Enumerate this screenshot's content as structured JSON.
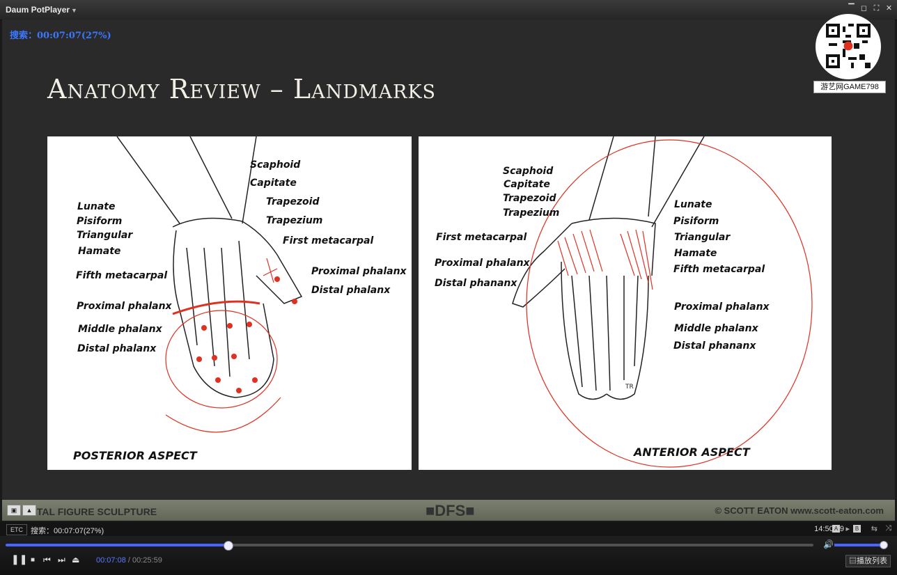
{
  "app": {
    "title": "Daum PotPlayer"
  },
  "window_buttons": [
    "▔",
    "◻",
    "⛶",
    "✕"
  ],
  "osd": {
    "text": "搜索：00:07:07(27%)"
  },
  "slide": {
    "title": "Anatomy Review – Landmarks",
    "posterior": {
      "aspect": "POSTERIOR ASPECT",
      "labels": [
        "Scaphoid",
        "Capitate",
        "Trapezoid",
        "Trapezium",
        "First metacarpal",
        "Proximal phalanx",
        "Distal phalanx",
        "Lunate",
        "Pisiform",
        "Triangular",
        "Hamate",
        "Fifth metacarpal",
        "Proximal phalanx",
        "Middle phalanx",
        "Distal phalanx"
      ]
    },
    "anterior": {
      "aspect": "ANTERIOR ASPECT",
      "labels": [
        "Scaphoid",
        "Capitate",
        "Trapezoid",
        "Trapezium",
        "First metacarpal",
        "Proximal phalanx",
        "Distal phananx",
        "Lunate",
        "Pisiform",
        "Triangular",
        "Hamate",
        "Fifth metacarpal",
        "Proximal phalanx",
        "Middle phalanx",
        "Distal phananx"
      ]
    }
  },
  "logo": {
    "text": "游艺网GAME798"
  },
  "banner": {
    "left": "ITAL FIGURE SCULPTURE",
    "mid": "■DFS■",
    "right": "© SCOTT EATON  www.scott-eaton.com"
  },
  "mini_buttons": [
    "▣",
    "▲"
  ],
  "statusbar": {
    "etc": "ETC",
    "text": "搜索：00:07:07(27%)",
    "clock": "14:50:39",
    "a": "A",
    "b": "B"
  },
  "controls": {
    "progress": 0.275,
    "volume": 0.95,
    "current_time": "00:07:08",
    "separator": " / ",
    "total_time": "00:25:59",
    "playlist_label": "播放列表",
    "buttons": {
      "pause": "❚❚",
      "stop": "■",
      "prev": "⏮",
      "next": "⏭",
      "eject": "⏏"
    }
  },
  "icons": {
    "volume": "speaker-icon",
    "repeat": "repeat-icon",
    "shuffle": "shuffle-icon"
  }
}
